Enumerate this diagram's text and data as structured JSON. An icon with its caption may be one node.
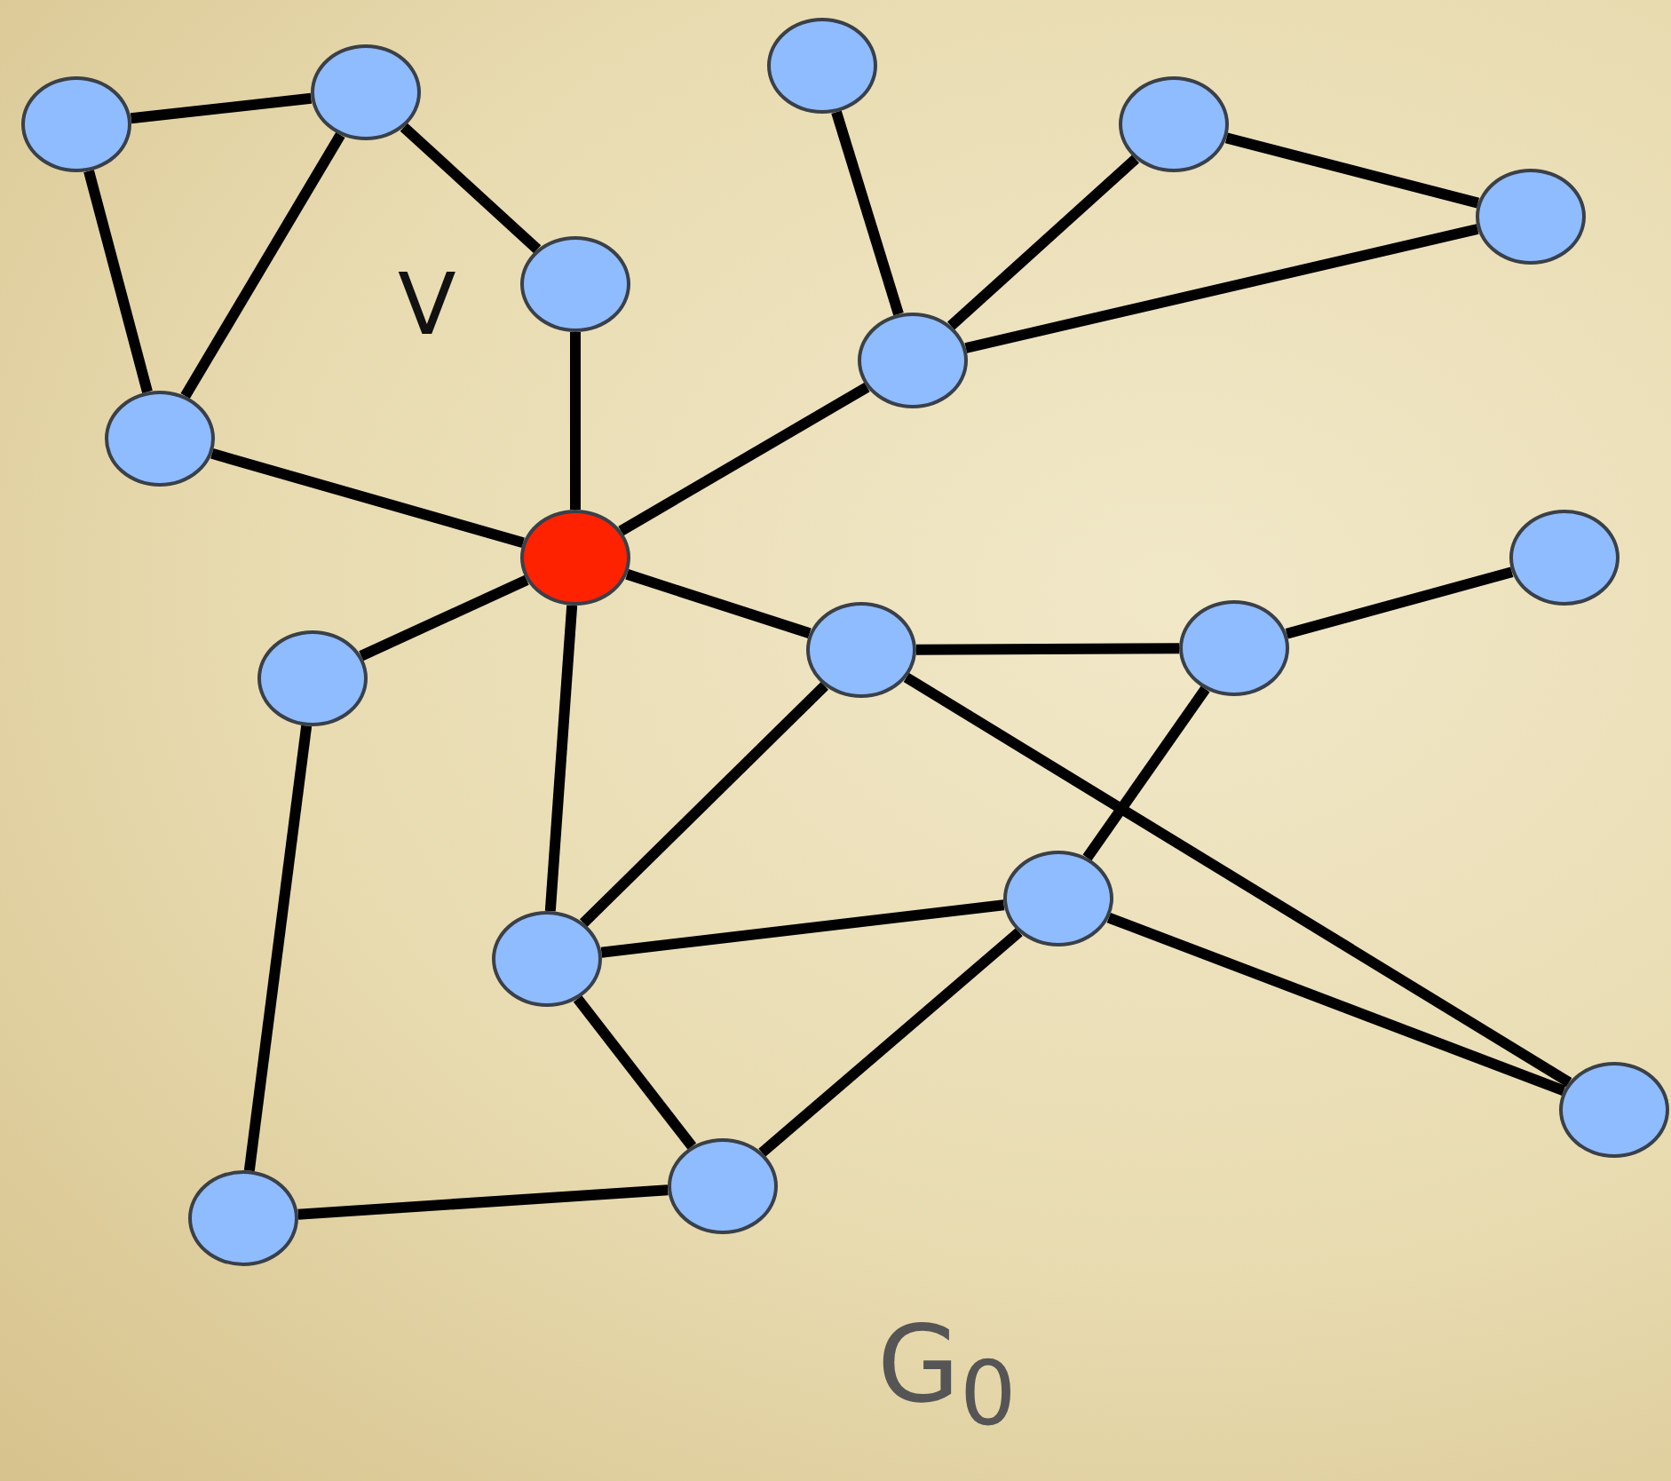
{
  "diagram": {
    "nodes": [
      {
        "text": [],
        "shape": "circle"
      },
      {
        "text": [],
        "shape": "circle"
      },
      {
        "text": [],
        "shape": "circle"
      },
      {
        "text": [],
        "shape": "circle"
      },
      {
        "text": [],
        "shape": "circle"
      },
      {
        "text": [],
        "shape": "circle"
      },
      {
        "text": [],
        "shape": "circle"
      },
      {
        "text": [],
        "shape": "circle"
      },
      {
        "text": [],
        "shape": "circle"
      },
      {
        "text": [],
        "shape": "circle"
      },
      {
        "text": [],
        "shape": "circle"
      },
      {
        "text": [],
        "shape": "circle"
      },
      {
        "text": [],
        "shape": "circle"
      },
      {
        "text": [],
        "shape": "circle"
      },
      {
        "text": [],
        "shape": "circle"
      },
      {
        "text": [],
        "shape": "circle"
      },
      {
        "text": [],
        "shape": "circle"
      },
      {
        "text": [],
        "shape": "circle"
      }
    ],
    "edges": [
      {
        "from": 0,
        "to": 1,
        "arrow": "none"
      },
      {
        "from": 0,
        "to": 6,
        "arrow": "none"
      },
      {
        "from": 1,
        "to": 6,
        "arrow": "none"
      },
      {
        "from": 1,
        "to": 5,
        "arrow": "none"
      },
      {
        "from": 5,
        "to": 8,
        "arrow": "none"
      },
      {
        "from": 6,
        "to": 8,
        "arrow": "none"
      },
      {
        "from": 2,
        "to": 7,
        "arrow": "none"
      },
      {
        "from": 3,
        "to": 7,
        "arrow": "none"
      },
      {
        "from": 4,
        "to": 7,
        "arrow": "none"
      },
      {
        "from": 3,
        "to": 4,
        "arrow": "none"
      },
      {
        "from": 7,
        "to": 8,
        "arrow": "none"
      },
      {
        "from": 8,
        "to": 10,
        "arrow": "none"
      },
      {
        "from": 8,
        "to": 11,
        "arrow": "none"
      },
      {
        "from": 8,
        "to": 14,
        "arrow": "none"
      },
      {
        "from": 11,
        "to": 12,
        "arrow": "none"
      },
      {
        "from": 12,
        "to": 9,
        "arrow": "none"
      },
      {
        "from": 11,
        "to": 14,
        "arrow": "none"
      },
      {
        "from": 11,
        "to": 15,
        "arrow": "none"
      },
      {
        "from": 12,
        "to": 13,
        "arrow": "none"
      },
      {
        "from": 13,
        "to": 14,
        "arrow": "none"
      },
      {
        "from": 13,
        "to": 15,
        "arrow": "none"
      },
      {
        "from": 13,
        "to": 17,
        "arrow": "none"
      },
      {
        "from": 14,
        "to": 17,
        "arrow": "none"
      },
      {
        "from": 10,
        "to": 16,
        "arrow": "none"
      },
      {
        "from": 16,
        "to": 17,
        "arrow": "none"
      }
    ],
    "labels": [
      "V",
      "G$_{0}$"
    ]
  }
}
